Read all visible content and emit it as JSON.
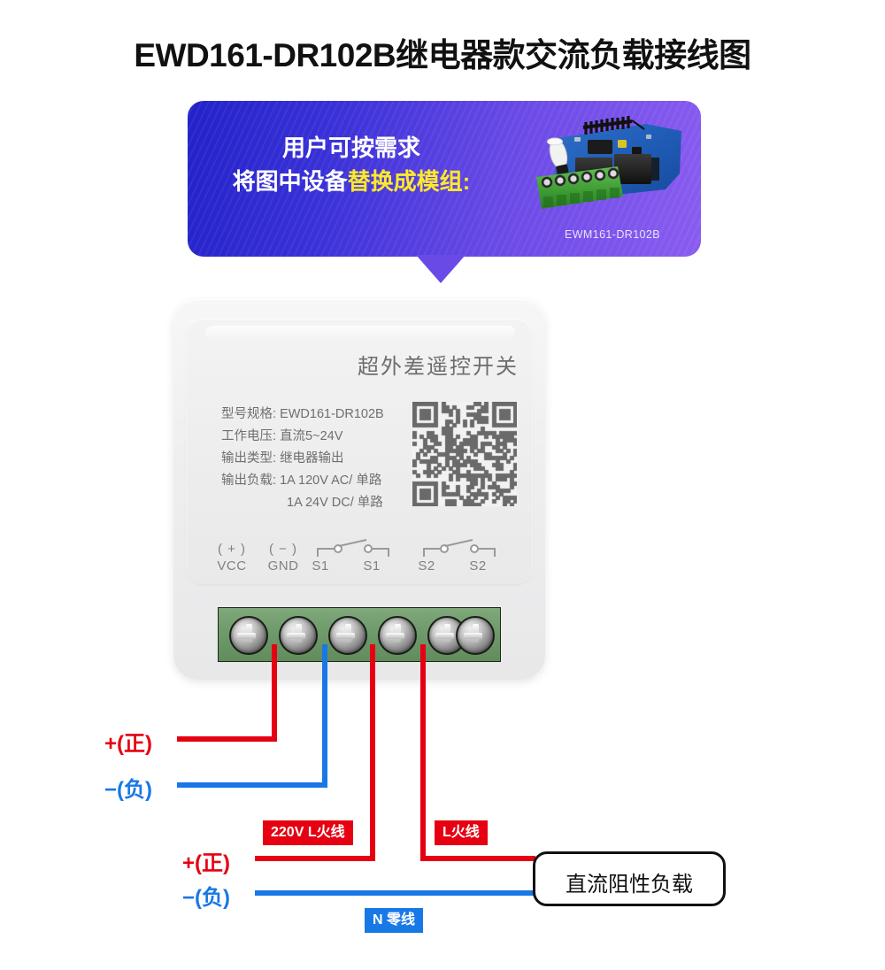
{
  "page": {
    "title": "EWD161-DR102B继电器款交流负载接线图",
    "background": "#ffffff"
  },
  "banner": {
    "line1": "用户可按需求",
    "line2_plain": "将图中设备",
    "line2_highlight": "替换成模组:",
    "highlight_color": "#ffe92b",
    "gradient_from": "#2222c9",
    "gradient_to": "#8a5cf0",
    "module_caption": "EWM161-DR102B",
    "module_icon": "relay-module-photo"
  },
  "device": {
    "brand": "超外差遥控开关",
    "specs": [
      {
        "label": "型号规格:",
        "value": "EWD161-DR102B"
      },
      {
        "label": "工作电压:",
        "value": "直流5~24V"
      },
      {
        "label": "输出类型:",
        "value": "继电器输出"
      },
      {
        "label": "输出负载:",
        "value": "1A 120V AC/ 单路"
      }
    ],
    "spec_continuation": "1A 24V DC/ 单路",
    "qr_icon": "qr-code",
    "terminals": [
      {
        "symbol": "( + )",
        "name": "VCC",
        "type": "text"
      },
      {
        "symbol": "( − )",
        "name": "GND",
        "type": "text"
      },
      {
        "symbol": "switch",
        "name": "S1",
        "type": "switch-left"
      },
      {
        "symbol": "switch",
        "name": "S1",
        "type": "switch-right"
      },
      {
        "symbol": "switch",
        "name": "S2",
        "type": "switch-left"
      },
      {
        "symbol": "switch",
        "name": "S2",
        "type": "switch-right"
      }
    ],
    "screw_count": 6,
    "terminal_block_color": "#6f9a6b"
  },
  "wiring": {
    "colors": {
      "live": "#e60012",
      "neutral": "#1878e6"
    },
    "labels": {
      "dc_positive_top": "+(正)",
      "dc_negative_top": "−(负)",
      "ac_positive": "+(正)",
      "ac_negative": "−(负)"
    },
    "badges": [
      {
        "text": "220V L火线",
        "color": "#e60012"
      },
      {
        "text": "L火线",
        "color": "#e60012"
      },
      {
        "text": "N 零线",
        "color": "#1878e6"
      }
    ],
    "load": {
      "text": "直流阻性负载"
    }
  }
}
